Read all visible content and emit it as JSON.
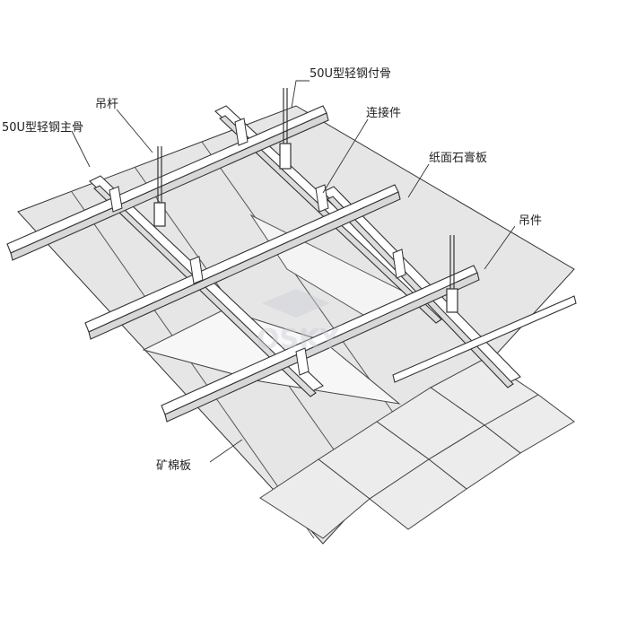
{
  "labels": {
    "sub_runner": "50U型轻钢付骨",
    "hanger_rod": "吊杆",
    "main_runner": "50U型轻钢主骨",
    "connector": "连接件",
    "gypsum_board": "纸面石膏板",
    "hanger": "吊件",
    "mineral_wool_board": "矿棉板"
  },
  "watermark": "OSKY",
  "colors": {
    "line": "#333333",
    "board_shade": "#e3e3e3",
    "board_light": "#f1f1f1",
    "frame": "#ffffff"
  }
}
